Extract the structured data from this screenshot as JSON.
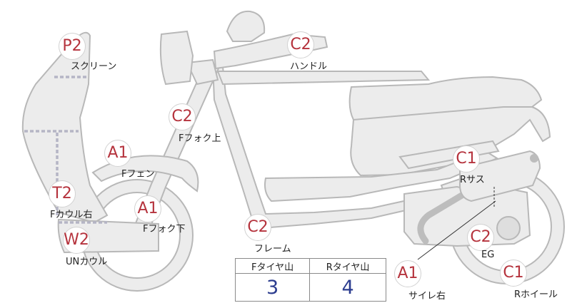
{
  "callouts": [
    {
      "code": "P2",
      "label": "スクリーン"
    },
    {
      "code": "C2",
      "label": "ハンドル"
    },
    {
      "code": "C2",
      "label": "Fフォク上"
    },
    {
      "code": "A1",
      "label": "Fフェン"
    },
    {
      "code": "C1",
      "label": "Rサス"
    },
    {
      "code": "T2",
      "label": "Fカウル右"
    },
    {
      "code": "A1",
      "label": "Fフォク下"
    },
    {
      "code": "C2",
      "label": "フレーム"
    },
    {
      "code": "W2",
      "label": "UNカウル"
    },
    {
      "code": "C2",
      "label": "EG"
    },
    {
      "code": "C1",
      "label": "Rホイール"
    },
    {
      "code": "A1",
      "label": "サイレ右"
    }
  ],
  "tread_table": {
    "front_header": "Fタイヤ山",
    "rear_header": "Rタイヤ山",
    "front_value": "3",
    "rear_value": "4"
  }
}
